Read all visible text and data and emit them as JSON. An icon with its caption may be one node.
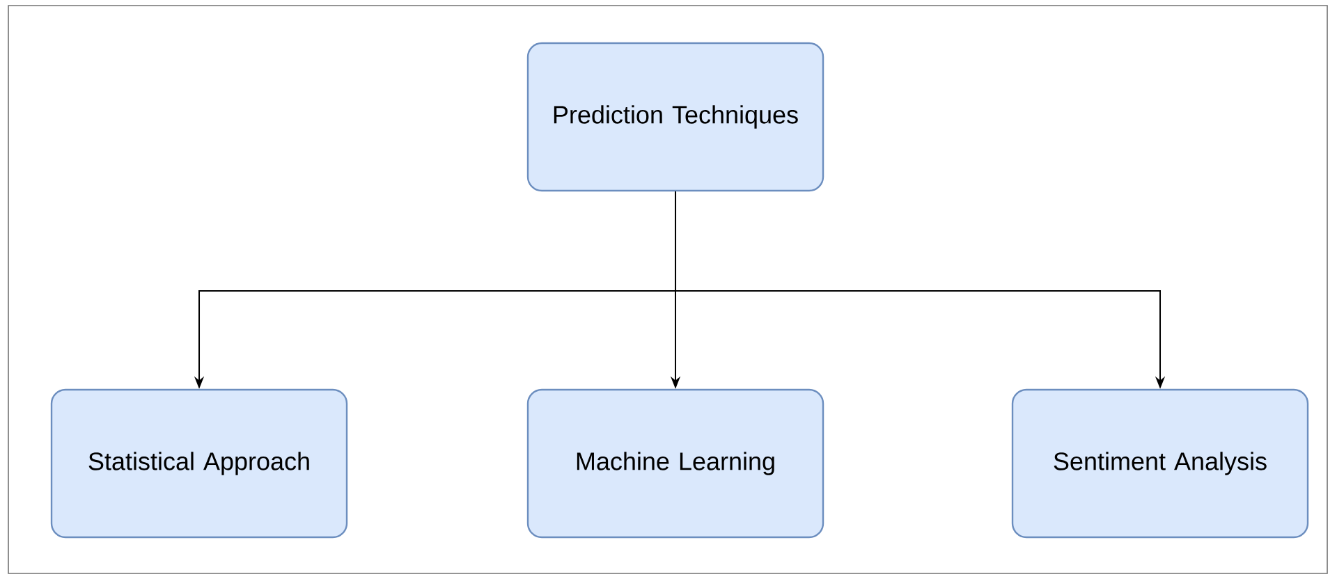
{
  "diagram": {
    "nodes": [
      {
        "text": [
          "Prediction Techniques"
        ]
      },
      {
        "text": [
          "Statistical Approach"
        ]
      },
      {
        "text": [
          "Machine Learning"
        ]
      },
      {
        "text": [
          "Sentiment Analysis"
        ]
      }
    ],
    "edges": [
      {
        "from": 0,
        "to": 1,
        "arrow": "to"
      },
      {
        "from": 0,
        "to": 2,
        "arrow": "to"
      },
      {
        "from": 0,
        "to": 3,
        "arrow": "to"
      }
    ]
  }
}
